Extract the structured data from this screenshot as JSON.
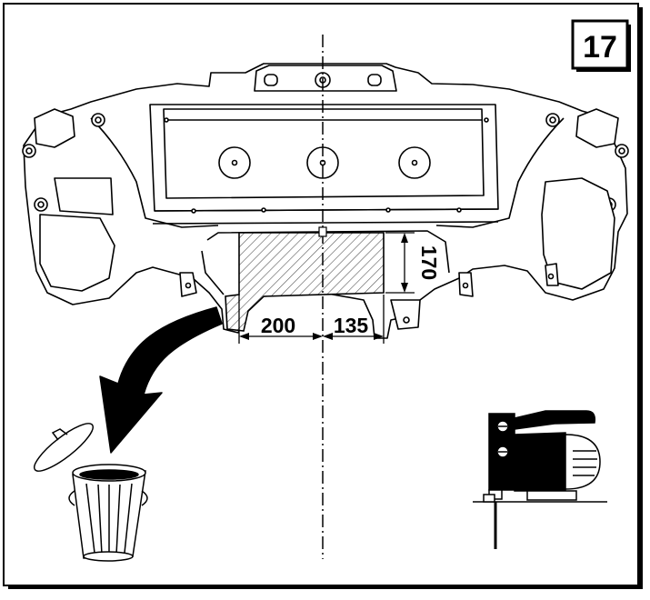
{
  "step": {
    "number": "17"
  },
  "dimensions": {
    "left_width": "200",
    "right_width": "135",
    "height": "170"
  },
  "colors": {
    "ink": "#000000",
    "paper": "#ffffff",
    "hatch": "#555555",
    "frame_shadow": "#000000"
  },
  "icons": [
    "trash-can-icon",
    "jigsaw-icon",
    "discard-arrow-icon"
  ]
}
